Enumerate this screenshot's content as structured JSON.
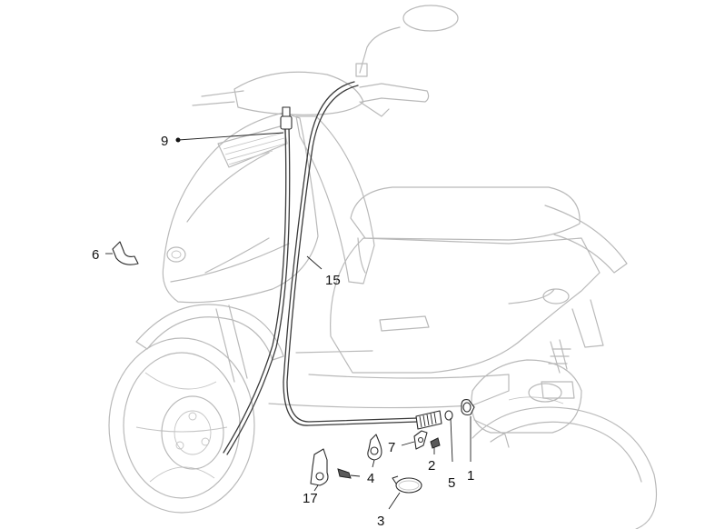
{
  "diagram": {
    "callouts": {
      "c1": "1",
      "c2": "2",
      "c3": "3",
      "c4": "4",
      "c5": "5",
      "c6": "6",
      "c7": "7",
      "c9": "9",
      "c15": "15",
      "c17": "17"
    }
  }
}
